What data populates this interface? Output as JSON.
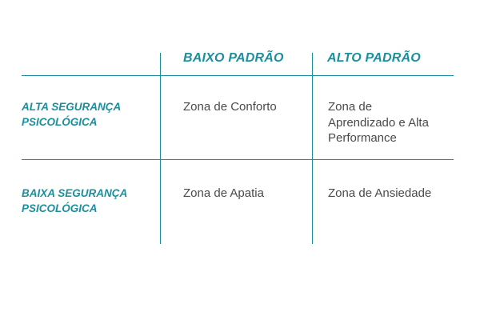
{
  "matrix": {
    "columns": [
      "BAIXO PADRÃO",
      "ALTO PADRÃO"
    ],
    "rows": [
      {
        "label_lines": [
          "ALTA SEGURANÇA",
          "PSICOLÓGICA"
        ],
        "cells": [
          [
            "Zona de Conforto"
          ],
          [
            "Zona de",
            "Aprendizado e Alta",
            "Performance"
          ]
        ]
      },
      {
        "label_lines": [
          "BAIXA SEGURANÇA",
          "PSICOLÓGICA"
        ],
        "cells": [
          [
            "Zona de Apatia"
          ],
          [
            "Zona de Ansiedade"
          ]
        ]
      }
    ],
    "colors": {
      "accent": "#1b8f9e",
      "body_text": "#4a4a4a"
    }
  }
}
